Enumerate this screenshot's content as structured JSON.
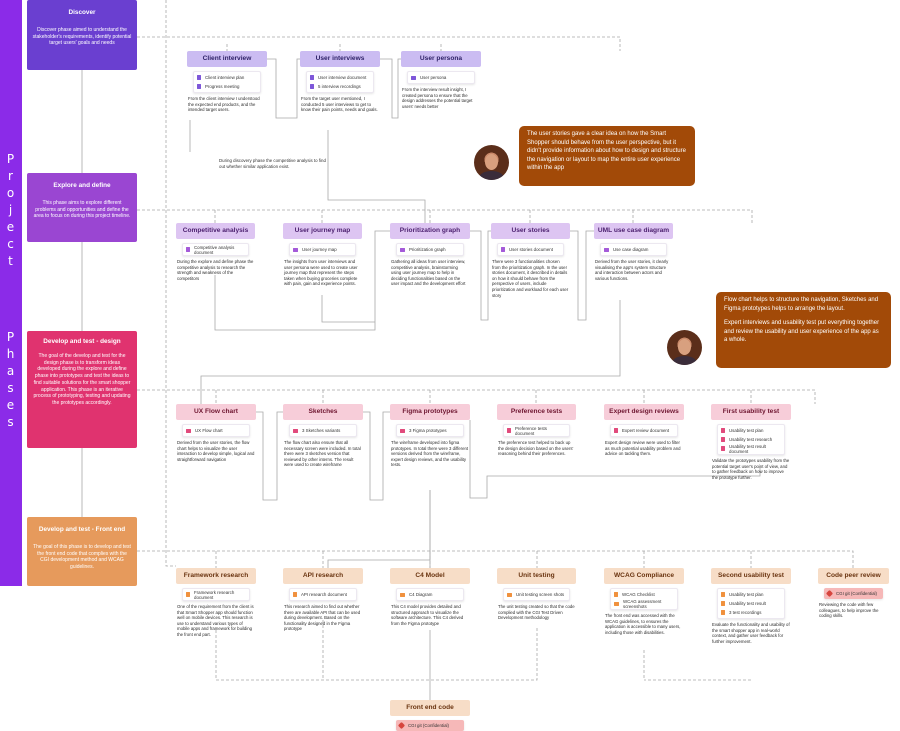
{
  "theme": {
    "spine": "#8b2be8",
    "wire": "#a9a9a9",
    "discover": {
      "phase": "#6a3fd0",
      "head": "#cbbcf2",
      "text": "#2f2268",
      "icon": "#7e57d9"
    },
    "explore": {
      "phase": "#9a46d2",
      "head": "#ddc5f2",
      "text": "#4b1f6e",
      "icon": "#a45ad9"
    },
    "design": {
      "phase": "#e0336f",
      "head": "#f7cdd9",
      "text": "#6e1530",
      "icon": "#e14a7c"
    },
    "frontend": {
      "phase": "#e69a5c",
      "head": "#f7ddc7",
      "text": "#6a3410",
      "icon": "#f0913e"
    },
    "confidential": {
      "head": "#f7ddc7",
      "chip": "#f6b8b8",
      "icon": "#d6453e"
    },
    "bubble": "#a24a08"
  },
  "spine": {
    "letters": [
      "P",
      "r",
      "o",
      "j",
      "e",
      "c",
      "t",
      "",
      "P",
      "h",
      "a",
      "s",
      "e",
      "s"
    ]
  },
  "phases": [
    {
      "id": "discover",
      "title": "Discover",
      "description": "Discover phase aimed to understand the stakeholder's requirements, identify potential target users' goals and needs"
    },
    {
      "id": "explore",
      "title": "Explore and define",
      "description": "This phase aims to explore different problems and opportunities and define the area to focus on during this project timeline."
    },
    {
      "id": "design",
      "title": "Develop and test - design",
      "description": "The goal of the develop and test for the design phase is to transform ideas developed during the explore and define phase into prototypes and test the ideas to find suitable solutions for the smart shopper application. This phase is an iterative process of prototyping, testing and updating the prototypes accordingly."
    },
    {
      "id": "frontend",
      "title": "Develop and test - Front end",
      "description": "The goal of this phase is to develop and test the front end code that complies with the CGI development method and WCAG guidelines."
    }
  ],
  "annotation": "During discovery phase the competitive analysis to find out whether similar application exist.",
  "bubbles": [
    {
      "paragraphs": [
        "The user stories gave a clear idea on how the Smart Shopper should behave from the user perspective, but it didn't provide information about how to design and structure the navigation or layout to map the entire user experience within the app"
      ]
    },
    {
      "paragraphs": [
        "Flow chart helps to structure the navigation, Sketches and Figma prototypes helps to arrange the layout.",
        "Expert interviews and usability test put everything together and review the usability and user experience of the app as a whole."
      ]
    }
  ],
  "nodes": [
    {
      "id": "client-interview",
      "phase": "discover",
      "title": "Client interview",
      "items": [
        {
          "icon": "doc",
          "label": "Client interview plan"
        },
        {
          "icon": "doc",
          "label": "Progress meeting"
        }
      ],
      "description": "From the client interview I understood the expected end products, and the intended target users."
    },
    {
      "id": "user-interviews",
      "phase": "discover",
      "title": "User interviews",
      "items": [
        {
          "icon": "doc",
          "label": "User interview document"
        },
        {
          "icon": "doc",
          "label": "5 interview recordings"
        }
      ],
      "description": "From the target user mentioned, I conducted 5 user interviews to get to know their pain points, needs and goals."
    },
    {
      "id": "user-persona",
      "phase": "discover",
      "title": "User persona",
      "items": [
        {
          "icon": "pic",
          "label": "User persona"
        }
      ],
      "description": "From the interview result insight, I created persona to ensure that the design addresses the potential target users' needs better"
    },
    {
      "id": "competitive-analysis",
      "phase": "explore",
      "title": "Competitive analysis",
      "items": [
        {
          "icon": "doc",
          "label": "Competitive analysis document"
        }
      ],
      "description": "During the explore and define phase the competitive analysis to research the strength and weakness of the competitors"
    },
    {
      "id": "user-journey-map",
      "phase": "explore",
      "title": "User journey map",
      "items": [
        {
          "icon": "pic",
          "label": "User journey map"
        }
      ],
      "description": "The insights from user interviews and user persona were used to create user journey map that represent the steps taken when buying groceries complete with pain, gain and experience points."
    },
    {
      "id": "prioritization-graph",
      "phase": "explore",
      "title": "Prioritization graph",
      "items": [
        {
          "icon": "pic",
          "label": "Prioritization graph"
        }
      ],
      "description": "Gathering all ideas from user interview, competitive analysis, brainstorming using user journey map to help in deciding functionalities based on the user impact and the development effort"
    },
    {
      "id": "user-stories",
      "phase": "explore",
      "title": "User stories",
      "items": [
        {
          "icon": "doc",
          "label": "User stories document"
        }
      ],
      "description": "There were 3 functionalities chosen from the prioritization graph. In the user stories document, it described in details on how it should behave from the perspective of users, include prioritization and workload for each user story"
    },
    {
      "id": "uml-use-case",
      "phase": "explore",
      "title": "UML use case diagram",
      "items": [
        {
          "icon": "pic",
          "label": "Use case diagram"
        }
      ],
      "description": "Derived from the user stories, it clearly visualising the app's system structure and interaction between actors and various functions."
    },
    {
      "id": "ux-flow-chart",
      "phase": "design",
      "title": "UX Flow chart",
      "items": [
        {
          "icon": "pic",
          "label": "UX Flow chart"
        }
      ],
      "description": "Derived from the user stories, the flow chart helps to visualize the user interaction to develop simple, logical and straightforward navigation"
    },
    {
      "id": "sketches",
      "phase": "design",
      "title": "Sketches",
      "items": [
        {
          "icon": "pic",
          "label": "3 Sketches variants"
        }
      ],
      "description": "The flow chart also ensure that all necessary screen were included. In total there were 3 sketches version that reviewed by other interns. The result were used to create wireframe"
    },
    {
      "id": "figma-prototypes",
      "phase": "design",
      "title": "Figma prototypes",
      "items": [
        {
          "icon": "pic",
          "label": "3 Figma prototypes"
        }
      ],
      "description": "The wireframe developed into figma prototypes. In total there were 3 different versions derived from the wireframe, expert design reviews, and the usability tests."
    },
    {
      "id": "preference-tests",
      "phase": "design",
      "title": "Preference tests",
      "items": [
        {
          "icon": "doc",
          "label": "Preference tests document"
        }
      ],
      "description": "The preference test helped to back up the design decision based on the users' reasoning behind their preferences."
    },
    {
      "id": "expert-design-reviews",
      "phase": "design",
      "title": "Expert design reviews",
      "items": [
        {
          "icon": "doc",
          "label": "Expert review document"
        }
      ],
      "description": "Expert design review were used to filter as much potential usability problem and advice on tackling them."
    },
    {
      "id": "first-usability-test",
      "phase": "design",
      "title": "First usability test",
      "items": [
        {
          "icon": "doc",
          "label": "Usability test plan"
        },
        {
          "icon": "doc",
          "label": "Usability test research"
        },
        {
          "icon": "doc",
          "label": "Usability test result document"
        }
      ],
      "description": "Validate the prototypes usability from the potential target user's point of view, and to gather feedback on how to improve the prototype further."
    },
    {
      "id": "framework-research",
      "phase": "frontend",
      "title": "Framework research",
      "items": [
        {
          "icon": "doc",
          "label": "Framework research document"
        }
      ],
      "description": "One of the requirement from the client is that Smart Shopper app should function well on mobile devices. This research is use to understand various types of mobile apps and framework for building the front end part."
    },
    {
      "id": "api-research",
      "phase": "frontend",
      "title": "API research",
      "items": [
        {
          "icon": "doc",
          "label": "API research document"
        }
      ],
      "description": "This research aimed to find out whether there are available API that can be used during development. Based on the functionality designed in the Figma prototype"
    },
    {
      "id": "c4-model",
      "phase": "frontend",
      "title": "C4 Model",
      "items": [
        {
          "icon": "pic",
          "label": "C4 Diagram"
        }
      ],
      "description": "This C4 model provides detailed and structured approach to visualize the software architecture. This C4 derived from the Figma prototype"
    },
    {
      "id": "unit-testing",
      "phase": "frontend",
      "title": "Unit testing",
      "items": [
        {
          "icon": "pic",
          "label": "Unit testing screen shots"
        }
      ],
      "description": "The unit testing created so that the code complied with the CGI Test Driven Development methodology"
    },
    {
      "id": "wcag-compliance",
      "phase": "frontend",
      "title": "WCAG Compliance",
      "items": [
        {
          "icon": "doc",
          "label": "WCAG Checklist"
        },
        {
          "icon": "pic",
          "label": "WCAG assessment screenshots"
        }
      ],
      "description": "The front end was accessed with the WCAG guidelines, to ensures the application is accessible to many users, including those with disabilities."
    },
    {
      "id": "second-usability-test",
      "phase": "frontend",
      "title": "Second usability test",
      "items": [
        {
          "icon": "doc",
          "label": "Usability test plan"
        },
        {
          "icon": "doc",
          "label": "Usability test result"
        },
        {
          "icon": "doc",
          "label": "3 test recordings"
        }
      ],
      "description": "Evaluate the functionality and usability of the smart shopper app in real-world context, and gather user feedback for further improvement."
    },
    {
      "id": "code-peer-review",
      "phase": "frontend",
      "title": "Code peer review",
      "items": [
        {
          "icon": "lock",
          "label": "CGI git (Confidential)"
        }
      ],
      "description": "Reviewing the code with few colleagues, to help improve the coding skills."
    },
    {
      "id": "front-end-code",
      "phase": "frontend",
      "title": "Front end code",
      "items": [
        {
          "icon": "lock",
          "label": "CGI git (Confidential)"
        }
      ],
      "description": ""
    }
  ]
}
